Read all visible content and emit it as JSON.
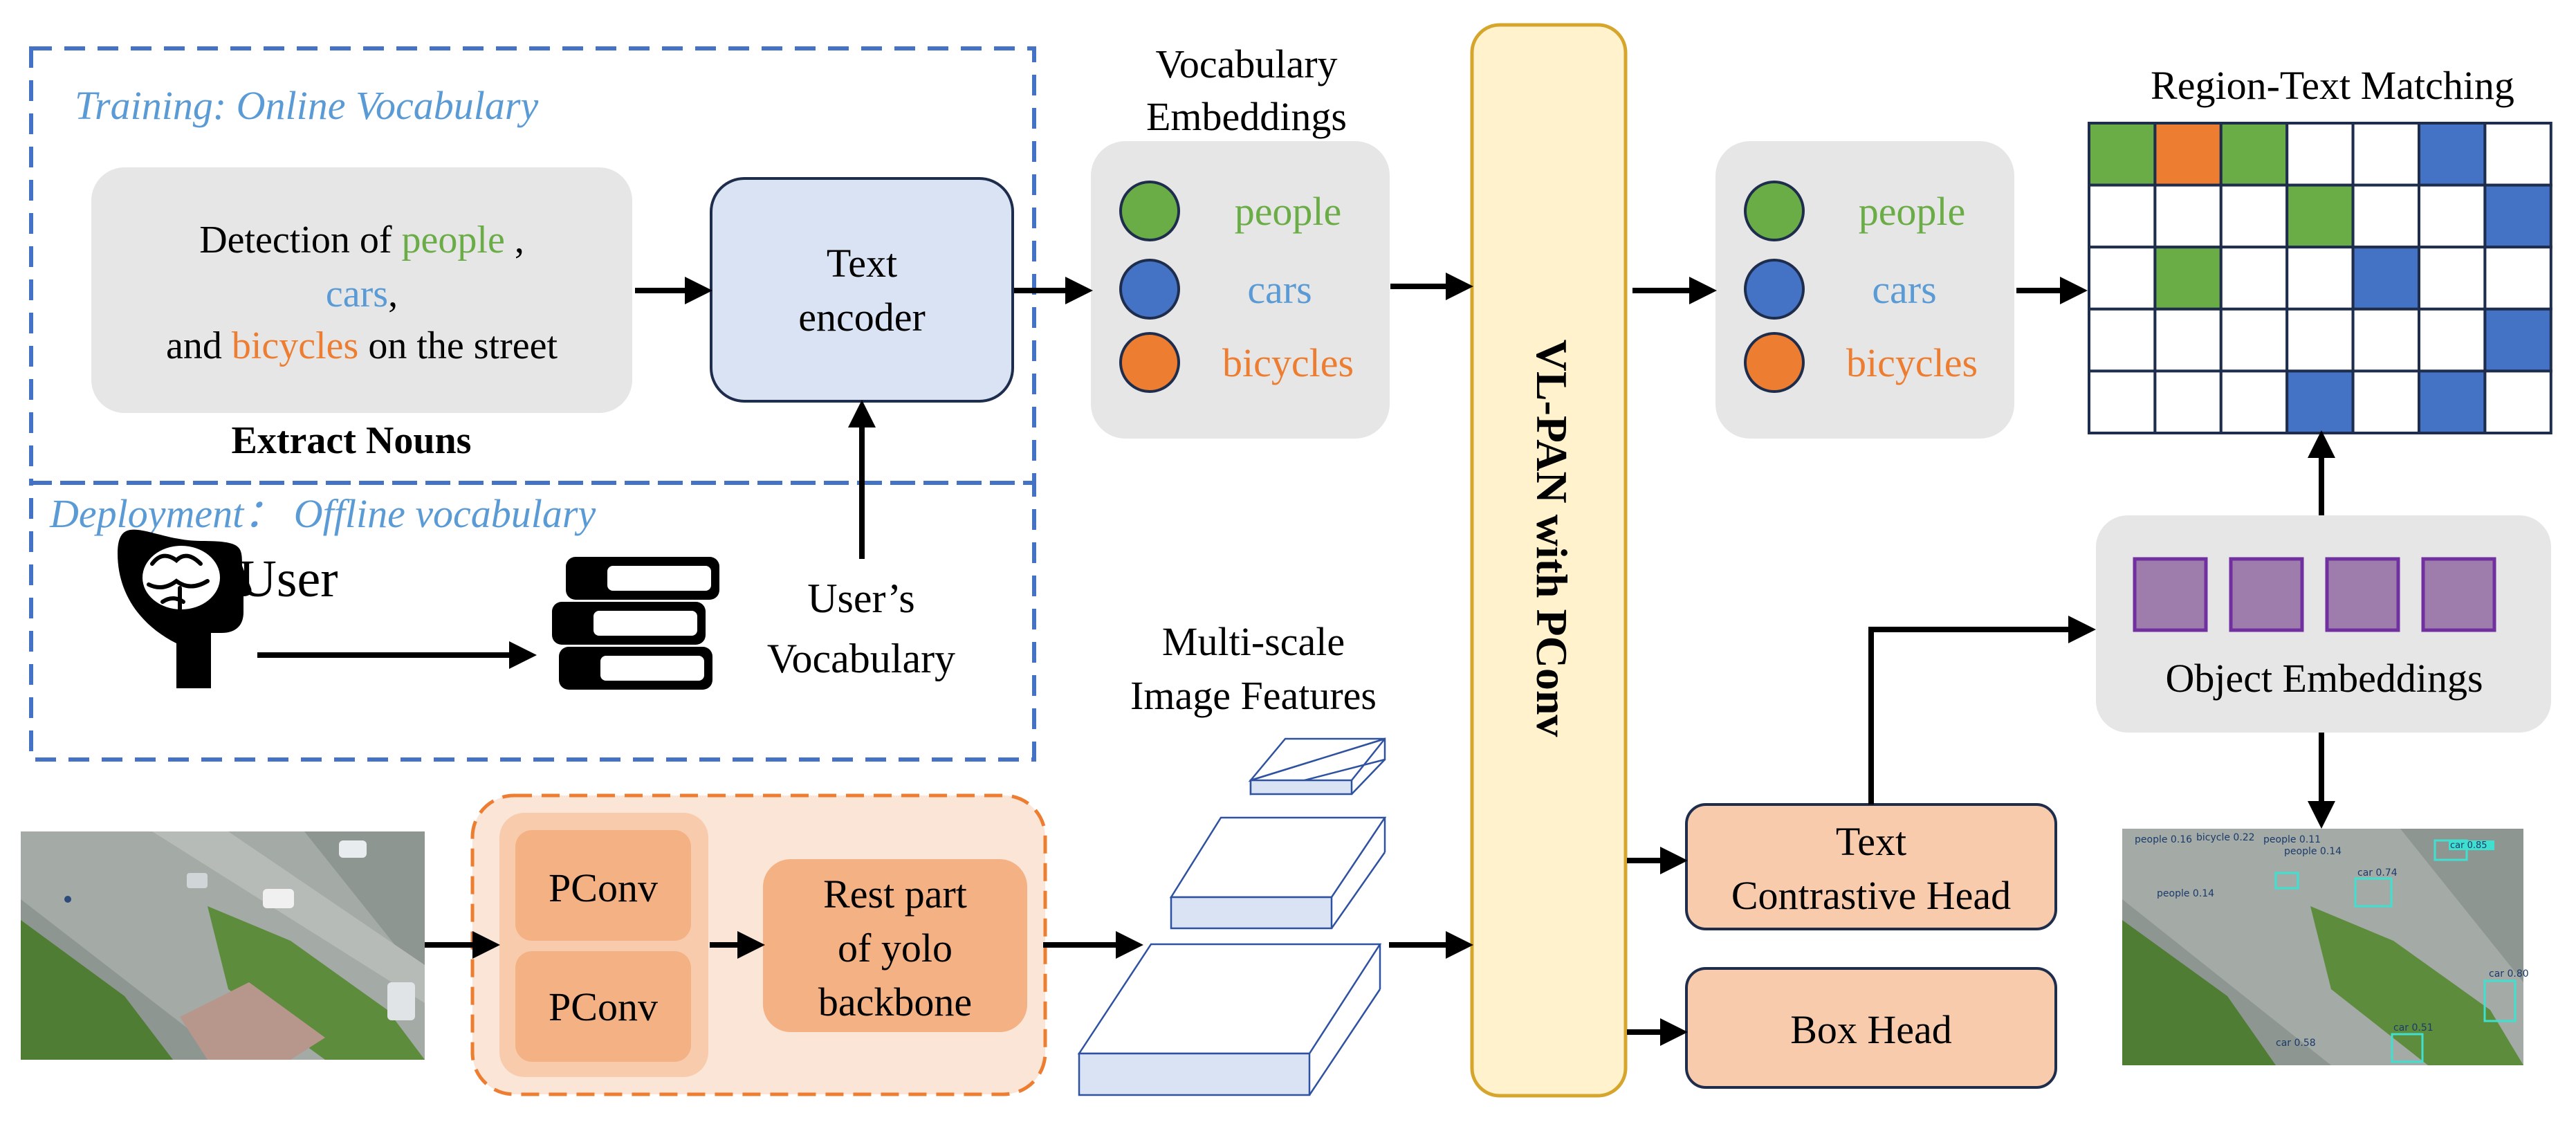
{
  "training": {
    "title": "Training: Online Vocabulary",
    "sentence": {
      "line1_prefix": "Detection of ",
      "line1_word": "people",
      "line1_suffix": " ,",
      "line2_word": "cars",
      "line2_suffix": ",",
      "line3_prefix": "and ",
      "line3_word": "bicycles",
      "line3_suffix": " on the street"
    },
    "extract_label": "Extract Nouns"
  },
  "deployment": {
    "title": "Deployment： Offline vocabulary",
    "user_label": "User",
    "vocab_label_line1": "User’s",
    "vocab_label_line2": "Vocabulary"
  },
  "text_encoder": {
    "line1": "Text",
    "line2": "encoder"
  },
  "vocab_embeddings": {
    "title_line1": "Vocabulary",
    "title_line2": "Embeddings",
    "items": [
      {
        "label": "people",
        "color": "#6aac46"
      },
      {
        "label": "cars",
        "color": "#4472c4"
      },
      {
        "label": "bicycles",
        "color": "#ed7d31"
      }
    ]
  },
  "vlpan": {
    "label": "VL-PAN with PConv",
    "fill": "#fff2cc",
    "stroke": "#d6a52b"
  },
  "output_vocab": {
    "items": [
      {
        "label": "people",
        "color": "#6aac46"
      },
      {
        "label": "cars",
        "color": "#4472c4"
      },
      {
        "label": "bicycles",
        "color": "#ed7d31"
      }
    ]
  },
  "region_text": {
    "title": "Region-Text Matching",
    "grid": [
      [
        "g",
        "o",
        "g",
        "w",
        "w",
        "b",
        "w"
      ],
      [
        "w",
        "w",
        "w",
        "g",
        "w",
        "w",
        "b"
      ],
      [
        "w",
        "g",
        "w",
        "w",
        "b",
        "w",
        "w"
      ],
      [
        "w",
        "w",
        "w",
        "w",
        "w",
        "w",
        "b"
      ],
      [
        "w",
        "w",
        "w",
        "b",
        "w",
        "b",
        "w"
      ]
    ],
    "palette": {
      "g": "#6aac46",
      "o": "#ed7d31",
      "b": "#4472c4",
      "w": "#ffffff"
    }
  },
  "object_embeddings": {
    "label": "Object Embeddings",
    "count": 4,
    "fill": "#9e7cac",
    "stroke": "#7030a0"
  },
  "backbone": {
    "pconv1": "PConv",
    "pconv2": "PConv",
    "rest_line1": "Rest part",
    "rest_line2": "of yolo",
    "rest_line3": "backbone"
  },
  "multiscale": {
    "title_line1": "Multi-scale",
    "title_line2": "Image Features"
  },
  "text_head": {
    "line1": "Text",
    "line2": "Contrastive Head"
  },
  "box_head": {
    "label": "Box Head"
  },
  "detections": {
    "labels": [
      "people 0.16",
      "bicycle 0.22",
      "people 0.11",
      "people 0.14",
      "car 0.85",
      "car 0.74",
      "people 0.14",
      "car 0.80",
      "car 0.58",
      "car 0.51"
    ]
  },
  "colors": {
    "green": "#6aac46",
    "blue": "#4472c4",
    "orange": "#ed7d31",
    "dash_blue": "#4472c4",
    "title_blue": "#5b9bd5",
    "gray_box": "#e7e6e6",
    "encoder_fill": "#dae3f3",
    "peach": "#f8cbad",
    "peach_dark": "#f4b183"
  }
}
